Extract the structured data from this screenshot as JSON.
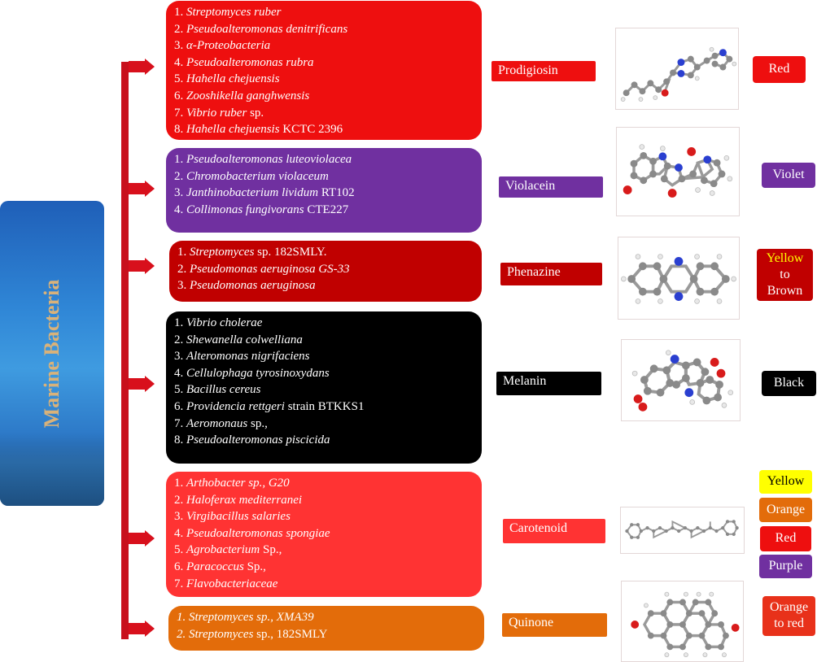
{
  "side_title": "Marine Bacteria",
  "groups": [
    {
      "pigment": "Prodigiosin",
      "species": [
        [
          {
            "t": "1. ",
            "i": false
          },
          {
            "t": "Streptomyces ruber",
            "i": true
          }
        ],
        [
          {
            "t": "2. ",
            "i": false
          },
          {
            "t": "Pseudoalteromonas denitrificans",
            "i": true
          }
        ],
        [
          {
            "t": "3. ",
            "i": false
          },
          {
            "t": "α-Proteobacteria",
            "i": true
          }
        ],
        [
          {
            "t": "4. ",
            "i": false
          },
          {
            "t": "Pseudoalteromonas rubra",
            "i": true
          }
        ],
        [
          {
            "t": "5. ",
            "i": false
          },
          {
            "t": "Hahella chejuensis",
            "i": true
          }
        ],
        [
          {
            "t": "6. ",
            "i": false
          },
          {
            "t": "Zooshikella ganghwensis",
            "i": true
          }
        ],
        [
          {
            "t": "7. ",
            "i": false
          },
          {
            "t": "Vibrio ruber",
            "i": true
          },
          {
            "t": " sp.",
            "i": false
          }
        ],
        [
          {
            "t": "8. ",
            "i": false
          },
          {
            "t": "Hahella chejuensis",
            "i": true
          },
          {
            "t": " KCTC 2396",
            "i": false
          }
        ]
      ],
      "colors": [
        {
          "lines": [
            "Red"
          ],
          "bg": "#ee0f0f",
          "fg": "#ffffff"
        }
      ]
    },
    {
      "pigment": "Violacein",
      "species": [
        [
          {
            "t": "1. ",
            "i": false
          },
          {
            "t": "Pseudoalteromonas luteoviolacea",
            "i": true
          }
        ],
        [
          {
            "t": "2. ",
            "i": false
          },
          {
            "t": "Chromobacterium violaceum",
            "i": true
          }
        ],
        [
          {
            "t": "3. ",
            "i": false
          },
          {
            "t": "Janthinobacterium lividum",
            "i": true
          },
          {
            "t": " RT102",
            "i": false
          }
        ],
        [
          {
            "t": "4. ",
            "i": false
          },
          {
            "t": "Collimonas fungivorans",
            "i": true
          },
          {
            "t": " CTE227",
            "i": false
          }
        ]
      ],
      "colors": [
        {
          "lines": [
            "Violet"
          ],
          "bg": "#7030a0",
          "fg": "#ffffff"
        }
      ]
    },
    {
      "pigment": "Phenazine",
      "species": [
        [
          {
            "t": "1. ",
            "i": false
          },
          {
            "t": "Streptomyces",
            "i": true
          },
          {
            "t": " sp. 182SMLY.",
            "i": false
          }
        ],
        [
          {
            "t": "2. ",
            "i": false
          },
          {
            "t": "Pseudomonas aeruginosa GS-33",
            "i": true
          }
        ],
        [
          {
            "t": "3. ",
            "i": false
          },
          {
            "t": "Pseudomonas aeruginosa",
            "i": true
          }
        ]
      ],
      "colors": [
        {
          "lines": [
            "Yellow",
            "to",
            "Brown"
          ],
          "line_colors": [
            "#ffff00",
            "#ffffff",
            "#ffffff"
          ],
          "bg": "#c00000",
          "fg": "#ffffff"
        }
      ]
    },
    {
      "pigment": "Melanin",
      "species": [
        [
          {
            "t": "1. ",
            "i": false
          },
          {
            "t": "Vibrio cholerae",
            "i": true
          }
        ],
        [
          {
            "t": "2. ",
            "i": false
          },
          {
            "t": "Shewanella colwelliana",
            "i": true
          }
        ],
        [
          {
            "t": "3. ",
            "i": false
          },
          {
            "t": "Alteromonas nigrifaciens",
            "i": true
          }
        ],
        [
          {
            "t": "4. ",
            "i": false
          },
          {
            "t": "Cellulophaga tyrosinoxydans",
            "i": true
          }
        ],
        [
          {
            "t": "5. ",
            "i": false
          },
          {
            "t": "Bacillus cereus",
            "i": true
          }
        ],
        [
          {
            "t": "6. ",
            "i": false
          },
          {
            "t": "Providencia rettgeri",
            "i": true
          },
          {
            "t": " strain BTKKS1",
            "i": false
          }
        ],
        [
          {
            "t": "7. ",
            "i": false
          },
          {
            "t": "Aeromonaus",
            "i": true
          },
          {
            "t": " sp.,",
            "i": false
          }
        ],
        [
          {
            "t": "8. ",
            "i": false
          },
          {
            "t": "Pseudoalteromonas piscicida",
            "i": true
          }
        ]
      ],
      "colors": [
        {
          "lines": [
            "Black"
          ],
          "bg": "#000000",
          "fg": "#ffffff"
        }
      ]
    },
    {
      "pigment": "Carotenoid",
      "species": [
        [
          {
            "t": "1. ",
            "i": false
          },
          {
            "t": "Arthobacter sp., G20",
            "i": true
          }
        ],
        [
          {
            "t": "2. ",
            "i": false
          },
          {
            "t": "Haloferax mediterranei",
            "i": true
          }
        ],
        [
          {
            "t": "3. ",
            "i": false
          },
          {
            "t": "Virgibacillus salaries",
            "i": true
          }
        ],
        [
          {
            "t": "4. ",
            "i": false
          },
          {
            "t": "Pseudoalteromonas spongiae",
            "i": true
          }
        ],
        [
          {
            "t": "5. ",
            "i": false
          },
          {
            "t": "Agrobacterium",
            "i": true
          },
          {
            "t": " Sp.,",
            "i": false
          }
        ],
        [
          {
            "t": "6. ",
            "i": false
          },
          {
            "t": "Paracoccus",
            "i": true
          },
          {
            "t": " Sp.,",
            "i": false
          }
        ],
        [
          {
            "t": "7. ",
            "i": false
          },
          {
            "t": "Flavobacteriaceae",
            "i": true
          }
        ]
      ],
      "colors": [
        {
          "lines": [
            "Yellow"
          ],
          "bg": "#ffff00",
          "fg": "#000000"
        },
        {
          "lines": [
            "Orange"
          ],
          "bg": "#e36c0a",
          "fg": "#ffffff"
        },
        {
          "lines": [
            "Red"
          ],
          "bg": "#ee0f0f",
          "fg": "#ffffff"
        },
        {
          "lines": [
            "Purple"
          ],
          "bg": "#7030a0",
          "fg": "#ffffff"
        }
      ]
    },
    {
      "pigment": "Quinone",
      "species": [
        [
          {
            "t": "1. ",
            "i": true
          },
          {
            "t": "Streptomyces sp., XMA39",
            "i": true
          }
        ],
        [
          {
            "t": "2. ",
            "i": true
          },
          {
            "t": "Streptomyces",
            "i": true
          },
          {
            "t": " sp., 182SMLY",
            "i": false
          }
        ]
      ],
      "colors": [
        {
          "lines": [
            "Orange",
            "to red"
          ],
          "bg": "#e8311a",
          "fg": "#ffffff"
        }
      ]
    }
  ],
  "palette": {
    "prodigiosin": "#ee0f0f",
    "violacein": "#7030a0",
    "phenazine": "#c00000",
    "melanin": "#000000",
    "carotenoid": "#ff3333",
    "quinone": "#e36c0a",
    "spine": "#c8101c"
  }
}
